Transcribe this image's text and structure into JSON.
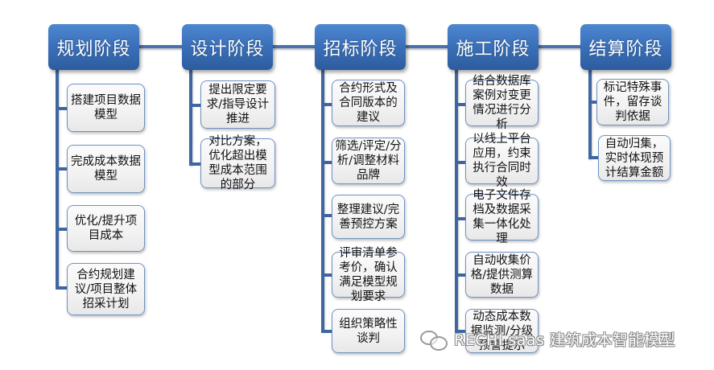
{
  "diagram": {
    "stages": [
      {
        "title": "规划阶段",
        "items": [
          "搭建项目数据模型",
          "完成成本数据模型",
          "优化/提升项目成本",
          "合约规划建议/项目整体招采计划"
        ]
      },
      {
        "title": "设计阶段",
        "items": [
          "提出限定要求/指导设计推进",
          "对比方案，优化超出模型成本范围的部分"
        ]
      },
      {
        "title": "招标阶段",
        "items": [
          "合约形式及合同版本的建议",
          "筛选/评定/分析/调整材料品牌",
          "整理建议/完善预控方案",
          "评审清单参考价，确认满足模型规划要求",
          "组织策略性谈判"
        ]
      },
      {
        "title": "施工阶段",
        "items": [
          "结合数据库案例对变更情况进行分析",
          "以线上平台应用，约束执行合同时效",
          "电子文件存档及数据采集一体化处理",
          "自动收集价格/提供测算数据",
          "动态成本数据监测/分级预警提示"
        ]
      },
      {
        "title": "结算阶段",
        "items": [
          "标记特殊事件，留存谈判依据",
          "自动归集，实时体现预计结算金额"
        ]
      }
    ],
    "colors": {
      "header_fill": "#3a6fb8",
      "connector": "#4a72ac",
      "child_border": "#6f92c4",
      "child_fill": "#f2f2f2"
    }
  },
  "watermark": {
    "icon": "wechat-icon",
    "text": "RECHI saas 建筑成本智能模型"
  }
}
